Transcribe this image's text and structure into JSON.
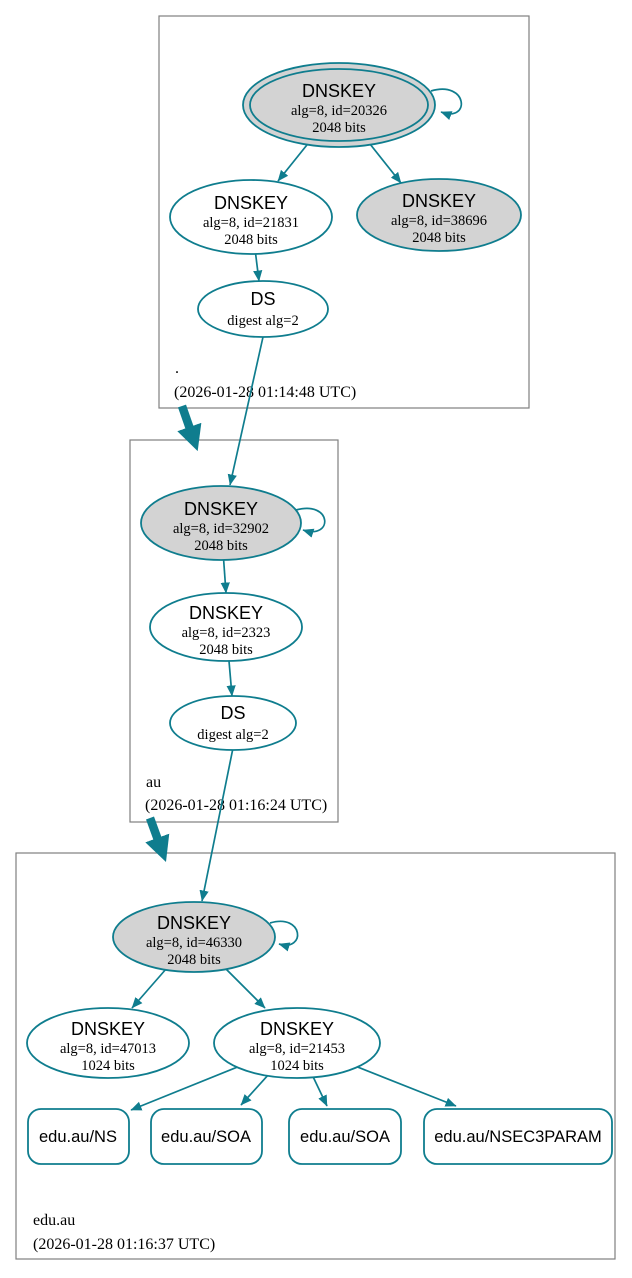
{
  "colors": {
    "edge": "#0f7d8e",
    "kskFill": "#d3d3d3",
    "zskFill": "#ffffff",
    "zoneBorder": "#7f7f7f",
    "text": "#000000",
    "background": "#ffffff"
  },
  "zones": [
    {
      "name": ".",
      "timestamp": "(2026-01-28 01:14:48 UTC)",
      "nodes": {
        "ksk": {
          "title": "DNSKEY",
          "detail": "alg=8, id=20326",
          "bits": "2048 bits"
        },
        "zsk": {
          "title": "DNSKEY",
          "detail": "alg=8, id=21831",
          "bits": "2048 bits"
        },
        "key2": {
          "title": "DNSKEY",
          "detail": "alg=8, id=38696",
          "bits": "2048 bits"
        },
        "ds": {
          "title": "DS",
          "detail": "digest alg=2"
        }
      }
    },
    {
      "name": "au",
      "timestamp": "(2026-01-28 01:16:24 UTC)",
      "nodes": {
        "ksk": {
          "title": "DNSKEY",
          "detail": "alg=8, id=32902",
          "bits": "2048 bits"
        },
        "zsk": {
          "title": "DNSKEY",
          "detail": "alg=8, id=2323",
          "bits": "2048 bits"
        },
        "ds": {
          "title": "DS",
          "detail": "digest alg=2"
        }
      }
    },
    {
      "name": "edu.au",
      "timestamp": "(2026-01-28 01:16:37 UTC)",
      "nodes": {
        "ksk": {
          "title": "DNSKEY",
          "detail": "alg=8, id=46330",
          "bits": "2048 bits"
        },
        "zsk1": {
          "title": "DNSKEY",
          "detail": "alg=8, id=47013",
          "bits": "1024 bits"
        },
        "zsk2": {
          "title": "DNSKEY",
          "detail": "alg=8, id=21453",
          "bits": "1024 bits"
        }
      },
      "rrsets": [
        {
          "label": "edu.au/NS"
        },
        {
          "label": "edu.au/SOA"
        },
        {
          "label": "edu.au/SOA"
        },
        {
          "label": "edu.au/NSEC3PARAM"
        }
      ]
    }
  ]
}
